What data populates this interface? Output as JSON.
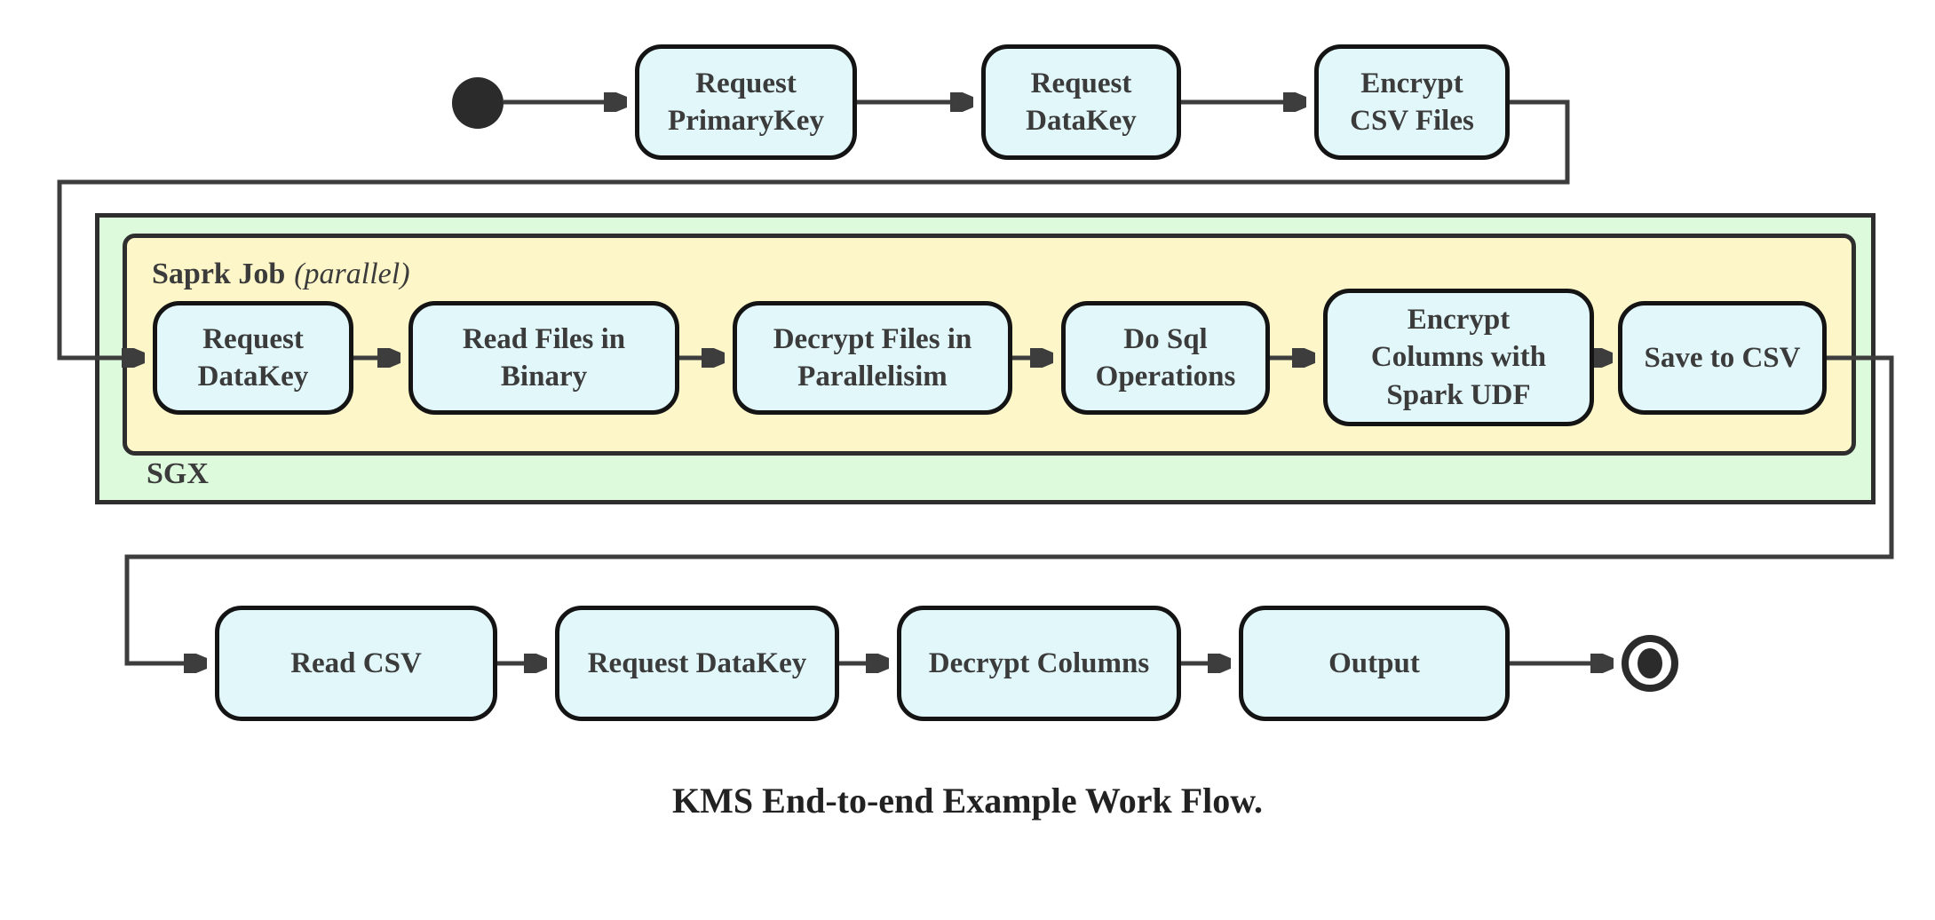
{
  "diagram": {
    "caption": "KMS End-to-end Example Work Flow.",
    "start_marker": "initial-state",
    "end_marker": "final-state",
    "top_row": {
      "nodes": [
        {
          "label": "Request PrimaryKey"
        },
        {
          "label": "Request DataKey"
        },
        {
          "label": "Encrypt CSV Files"
        }
      ]
    },
    "sgx": {
      "label": "SGX",
      "spark": {
        "title": "Saprk Job",
        "title_suffix": "(parallel)",
        "nodes": [
          {
            "label": "Request DataKey"
          },
          {
            "label": "Read Files in Binary"
          },
          {
            "label": "Decrypt Files in Parallelisim"
          },
          {
            "label": "Do Sql Operations"
          },
          {
            "label": "Encrypt Columns with Spark UDF"
          },
          {
            "label": "Save to CSV"
          }
        ]
      }
    },
    "bottom_row": {
      "nodes": [
        {
          "label": "Read CSV"
        },
        {
          "label": "Request DataKey"
        },
        {
          "label": "Decrypt Columns"
        },
        {
          "label": "Output"
        }
      ]
    },
    "colors": {
      "node_fill": "#e1f7fa",
      "node_border": "#141414",
      "spark_container_fill": "#fdf6c8",
      "sgx_container_fill": "#ddfadd",
      "container_border": "#2e2e2e",
      "connector": "#3d3d3d",
      "text": "#3b3b3b",
      "state_marker": "#2b2b2b"
    }
  }
}
